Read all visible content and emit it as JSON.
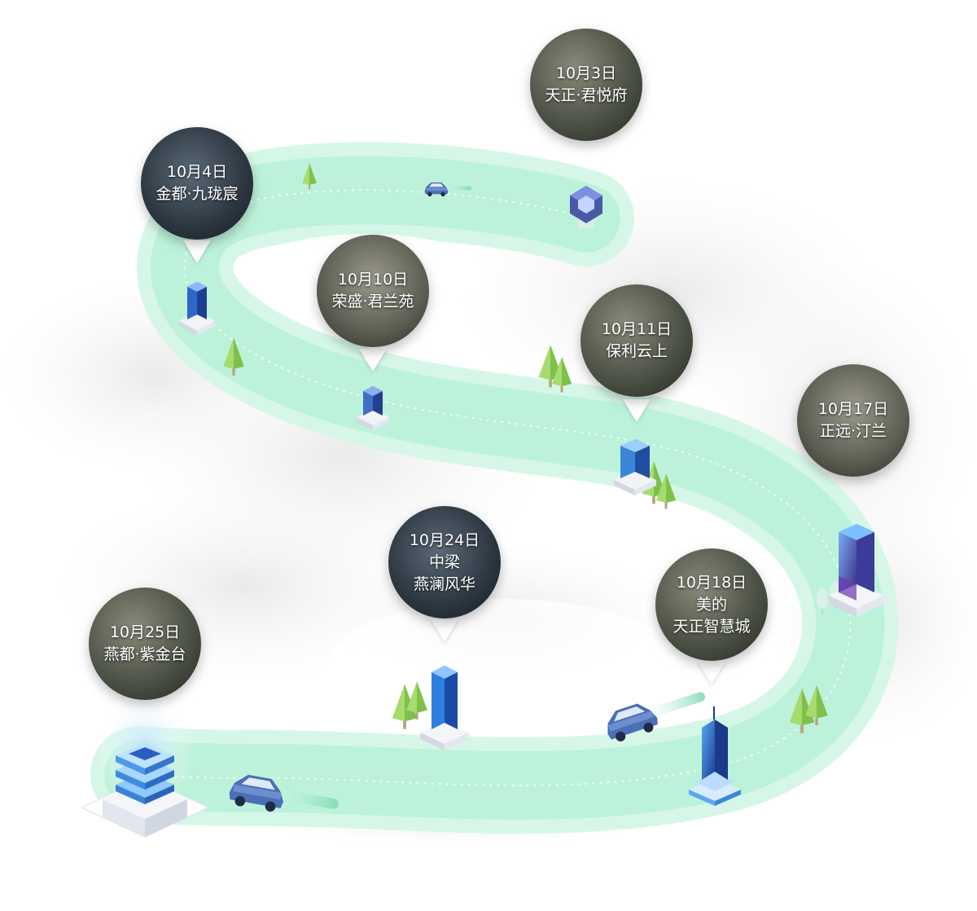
{
  "milestones": [
    {
      "date": "10月3日",
      "name_lines": [
        "天正·君悦府"
      ]
    },
    {
      "date": "10月4日",
      "name_lines": [
        "金都·九珑宸"
      ]
    },
    {
      "date": "10月10日",
      "name_lines": [
        "荣盛·君兰苑"
      ]
    },
    {
      "date": "10月11日",
      "name_lines": [
        "保利云上"
      ]
    },
    {
      "date": "10月17日",
      "name_lines": [
        "正远·汀兰"
      ]
    },
    {
      "date": "10月18日",
      "name_lines": [
        "美的",
        "天正智慧城"
      ]
    },
    {
      "date": "10月24日",
      "name_lines": [
        "中梁",
        "燕澜风华"
      ]
    },
    {
      "date": "10月25日",
      "name_lines": [
        "燕都·紫金台"
      ]
    }
  ],
  "colors": {
    "road": "#c9f5e1",
    "road_edge": "#e9fbf3",
    "map_gray": "#eeeeee",
    "building_blue": "#3d7bd9",
    "building_dark": "#2a3f8f",
    "tree_green": "#8fcf5a",
    "car_blue": "#4a6fb5"
  },
  "icons": [
    "building-icon",
    "tree-icon",
    "car-icon",
    "cube-icon",
    "server-stack-icon"
  ]
}
